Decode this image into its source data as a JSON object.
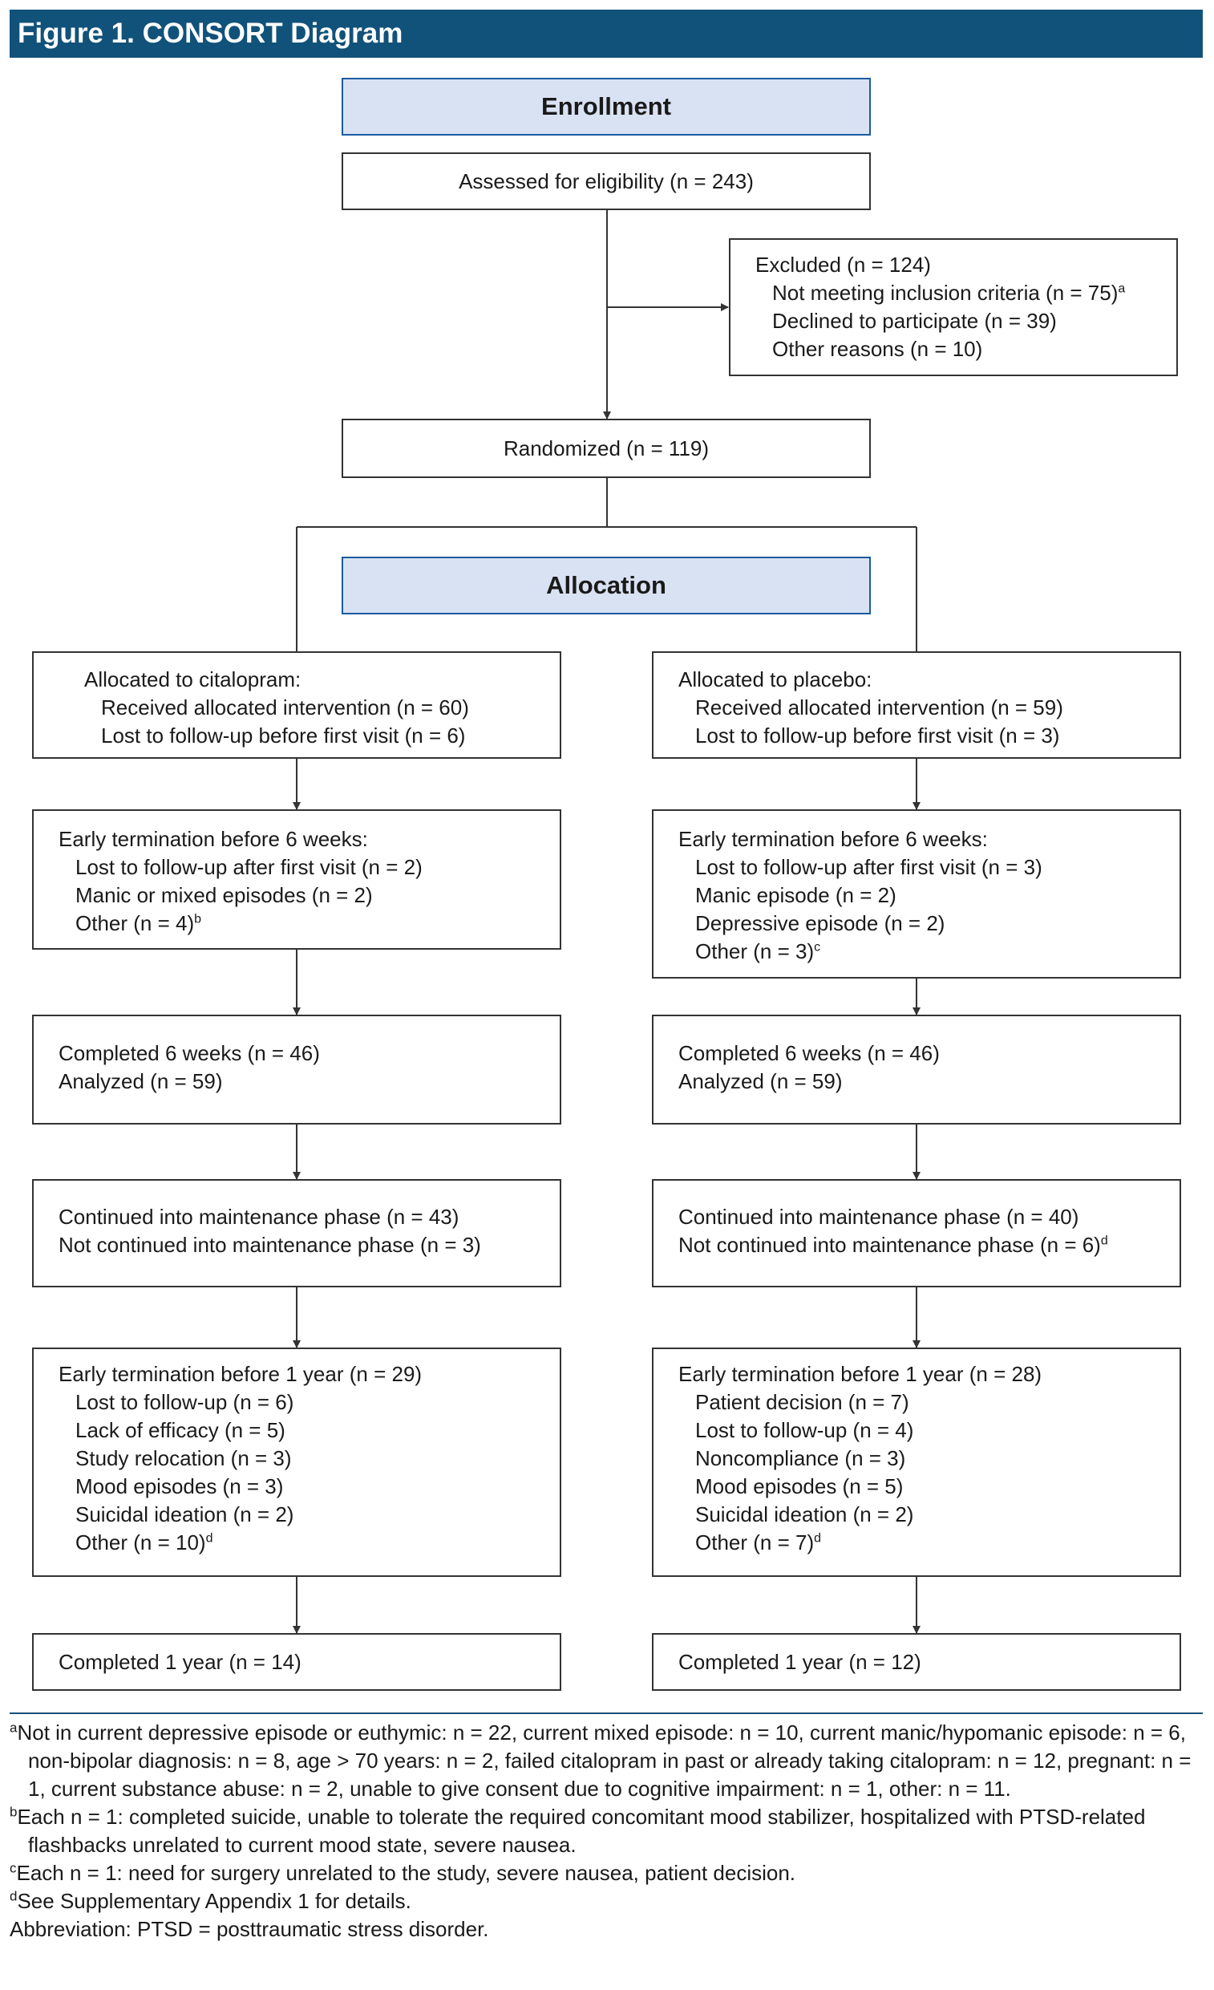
{
  "title": "Figure 1. CONSORT Diagram",
  "enrollment": {
    "header": "Enrollment",
    "assessed": "Assessed for eligibility (n = 243)",
    "excluded": {
      "title": "Excluded (n = 124)",
      "items": [
        "Not meeting inclusion criteria (n = 75)",
        "Declined to participate (n = 39)",
        "Other reasons (n = 10)"
      ],
      "item0_sup": "a"
    },
    "randomized": "Randomized (n = 119)"
  },
  "allocation": {
    "header": "Allocation"
  },
  "citalopram": {
    "alloc": {
      "title": "Allocated to citalopram:",
      "items": [
        "Received allocated intervention (n = 60)",
        "Lost to follow-up before first visit (n = 6)"
      ]
    },
    "early6": {
      "title": "Early termination before 6 weeks:",
      "items": [
        "Lost to follow-up after first visit (n = 2)",
        "Manic or mixed episodes (n = 2)",
        "Other (n = 4)"
      ],
      "sup": "b"
    },
    "completed6": [
      "Completed 6 weeks (n = 46)",
      "Analyzed (n = 59)"
    ],
    "maintenance": [
      "Continued into maintenance phase (n = 43)",
      "Not continued into maintenance phase (n = 3)"
    ],
    "early1y": {
      "title": "Early termination before 1 year (n = 29)",
      "items": [
        "Lost to follow-up (n = 6)",
        "Lack of efficacy (n = 5)",
        "Study relocation (n = 3)",
        "Mood episodes (n = 3)",
        "Suicidal ideation (n = 2)",
        "Other (n = 10)"
      ],
      "sup": "d"
    },
    "completed1y": "Completed 1 year (n = 14)"
  },
  "placebo": {
    "alloc": {
      "title": "Allocated to placebo:",
      "items": [
        "Received allocated intervention (n = 59)",
        "Lost to follow-up before first visit (n = 3)"
      ]
    },
    "early6": {
      "title": "Early termination before 6 weeks:",
      "items": [
        "Lost to follow-up after first visit (n = 3)",
        "Manic episode (n = 2)",
        "Depressive episode (n = 2)",
        "Other (n = 3)"
      ],
      "sup": "c"
    },
    "completed6": [
      "Completed 6 weeks (n = 46)",
      "Analyzed (n = 59)"
    ],
    "maintenance": [
      "Continued into maintenance phase (n = 40)",
      "Not continued into maintenance phase (n = 6)"
    ],
    "maintenance_sup": "d",
    "early1y": {
      "title": "Early termination before 1 year (n = 28)",
      "items": [
        "Patient decision (n = 7)",
        "Lost to follow-up (n = 4)",
        "Noncompliance (n = 3)",
        "Mood episodes (n = 5)",
        "Suicidal ideation (n = 2)",
        "Other (n = 7)"
      ],
      "sup": "d"
    },
    "completed1y": "Completed 1 year (n = 12)"
  },
  "footnotes": {
    "a": {
      "mark": "a",
      "text": "Not in current depressive episode or euthymic: n = 22, current mixed episode: n = 10, current manic/hypomanic episode: n = 6, non-bipolar diagnosis: n = 8, age > 70 years: n = 2, failed citalopram in past or already taking citalopram: n = 12, pregnant: n = 1, current substance abuse: n = 2, unable to give consent due to cognitive impairment: n = 1, other: n = 11."
    },
    "b": {
      "mark": "b",
      "text": "Each n = 1: completed suicide, unable to tolerate the required concomitant mood stabilizer, hospitalized with PTSD-related flashbacks unrelated to current mood state, severe nausea."
    },
    "c": {
      "mark": "c",
      "text": "Each n = 1: need for surgery unrelated to the study, severe nausea, patient decision."
    },
    "d": {
      "mark": "d",
      "text": "See Supplementary Appendix 1 for details."
    },
    "abbreviation": "Abbreviation: PTSD = posttraumatic stress disorder."
  },
  "colors": {
    "title_bar": "#11527a",
    "header_fill": "#d9e2f2",
    "header_border": "#1b5aa0",
    "line": "#333333"
  }
}
